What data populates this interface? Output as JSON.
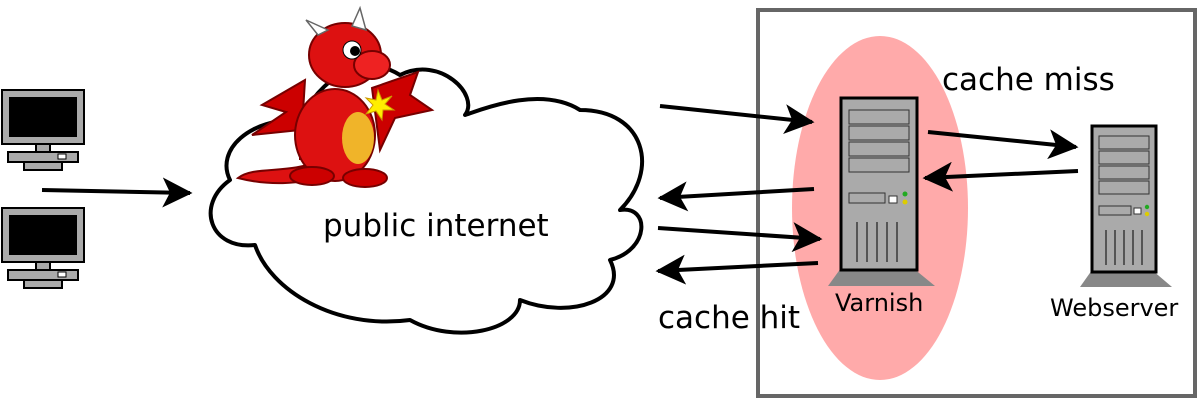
{
  "labels": {
    "cloud": "public internet",
    "cache_miss": "cache miss",
    "cache_hit": "cache hit",
    "varnish": "Varnish",
    "webserver": "Webserver"
  },
  "colors": {
    "cache_ellipse": "#ffaaaa",
    "frame_border": "#666666",
    "server_body": "#aaaaaa",
    "dragon": "#dd1111"
  },
  "icons": [
    "desktop-computer-icon",
    "dragon-mascot-icon",
    "server-tower-icon"
  ]
}
